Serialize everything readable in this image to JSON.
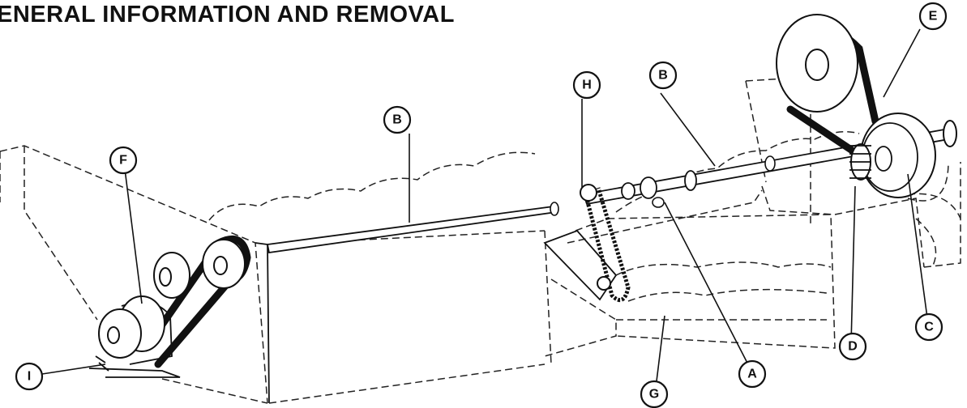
{
  "page": {
    "heading": "ENERAL INFORMATION AND REMOVAL"
  },
  "callouts": [
    {
      "id": "A",
      "label": "A"
    },
    {
      "id": "B1",
      "label": "B"
    },
    {
      "id": "B2",
      "label": "B"
    },
    {
      "id": "C",
      "label": "C"
    },
    {
      "id": "D",
      "label": "D"
    },
    {
      "id": "E",
      "label": "E"
    },
    {
      "id": "F",
      "label": "F"
    },
    {
      "id": "G",
      "label": "G"
    },
    {
      "id": "H",
      "label": "H"
    },
    {
      "id": "I",
      "label": "I"
    }
  ]
}
